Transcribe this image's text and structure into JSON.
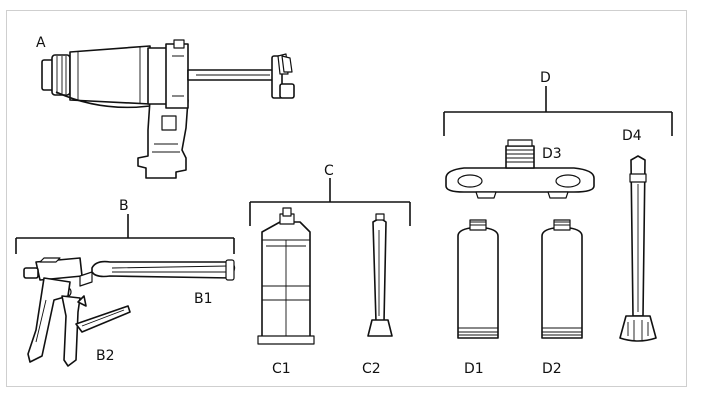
{
  "labels": {
    "A": "A",
    "B": "B",
    "B1": "B1",
    "B2": "B2",
    "C": "C",
    "C1": "C1",
    "C2": "C2",
    "D": "D",
    "D1": "D1",
    "D2": "D2",
    "D3": "D3",
    "D4": "D4"
  },
  "colors": {
    "line": "#111111",
    "background": "#ffffff",
    "frame": "#cfcfcf"
  },
  "components": [
    {
      "id": "A",
      "depicts": "pneumatic-dispenser-gun"
    },
    {
      "id": "B1",
      "depicts": "plunger-rod"
    },
    {
      "id": "B2",
      "depicts": "manual-dispenser-gun"
    },
    {
      "id": "C1",
      "depicts": "dual-cartridge"
    },
    {
      "id": "C2",
      "depicts": "static-mixer-nozzle"
    },
    {
      "id": "D1",
      "depicts": "cartridge-tube"
    },
    {
      "id": "D2",
      "depicts": "cartridge-tube"
    },
    {
      "id": "D3",
      "depicts": "manifold-adapter"
    },
    {
      "id": "D4",
      "depicts": "static-mixer-nozzle"
    }
  ]
}
